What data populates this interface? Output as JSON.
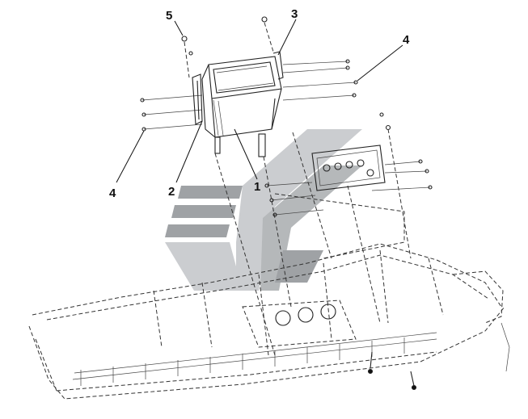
{
  "callouts": [
    {
      "id": "callout-1",
      "text": "1"
    },
    {
      "id": "callout-2",
      "text": "2"
    },
    {
      "id": "callout-3",
      "text": "3"
    },
    {
      "id": "callout-4-upper",
      "text": "4"
    },
    {
      "id": "callout-4-lower",
      "text": "4"
    },
    {
      "id": "callout-5",
      "text": "5"
    }
  ],
  "colors": {
    "line": "#222222",
    "watermark_dark": "#8f9296",
    "watermark_light": "#c3c5c8",
    "watermark_mid": "#a9acaf"
  },
  "watermark": {
    "icon": "brand-logo-watermark"
  }
}
